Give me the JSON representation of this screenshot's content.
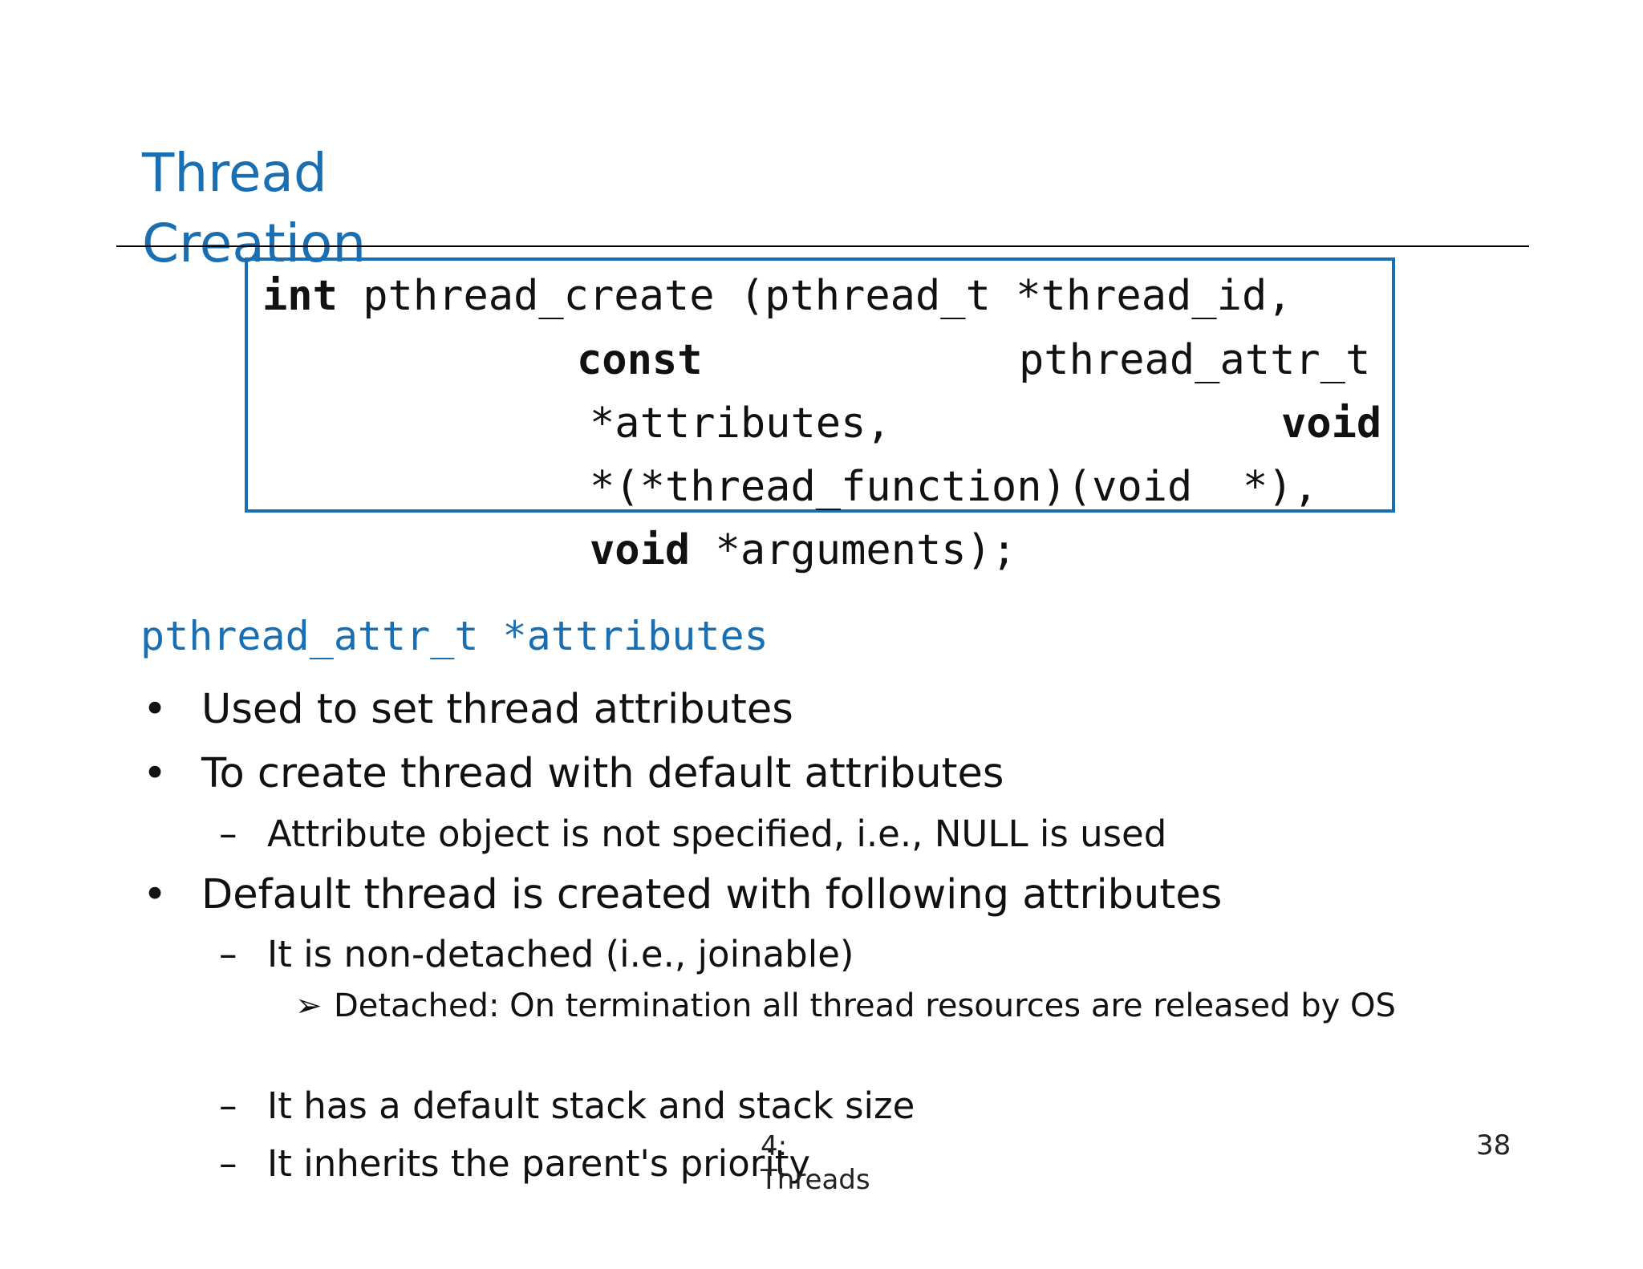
{
  "slide": {
    "title": "Thread Creation",
    "code": {
      "line1_kw": "int",
      "line1_rest": " pthread_create (pthread_t *thread_id,",
      "line2_kw": "const",
      "line2_rest": "pthread_attr_t",
      "line3_rest": "*attributes,",
      "line3_kw": "void",
      "line4_rest": "*(*thread_function)(void  *),",
      "line5_kw": "void",
      "line5_rest": " *arguments);"
    },
    "section_heading": "pthread_attr_t *attributes",
    "bullets": {
      "b1": "Used to set thread attributes",
      "b2": "To create thread with default attributes",
      "b2_sub1": "Attribute object is not specified, i.e., NULL is used",
      "b3": "Default thread is created with following attributes",
      "b3_sub1": "It is non-detached (i.e., joinable)",
      "b3_sub1_sub1": "Detached: On termination all thread resources are released by OS",
      "b3_sub2": "It has a default stack and stack size",
      "b3_sub3": "It inherits the parent's priority"
    },
    "markers": {
      "bullet": "•",
      "dash": "–",
      "arrow": "➢"
    },
    "footer": {
      "chapter": "4: Threads",
      "page": "38"
    },
    "colors": {
      "accent": "#1a6fb3",
      "text": "#111111"
    }
  }
}
